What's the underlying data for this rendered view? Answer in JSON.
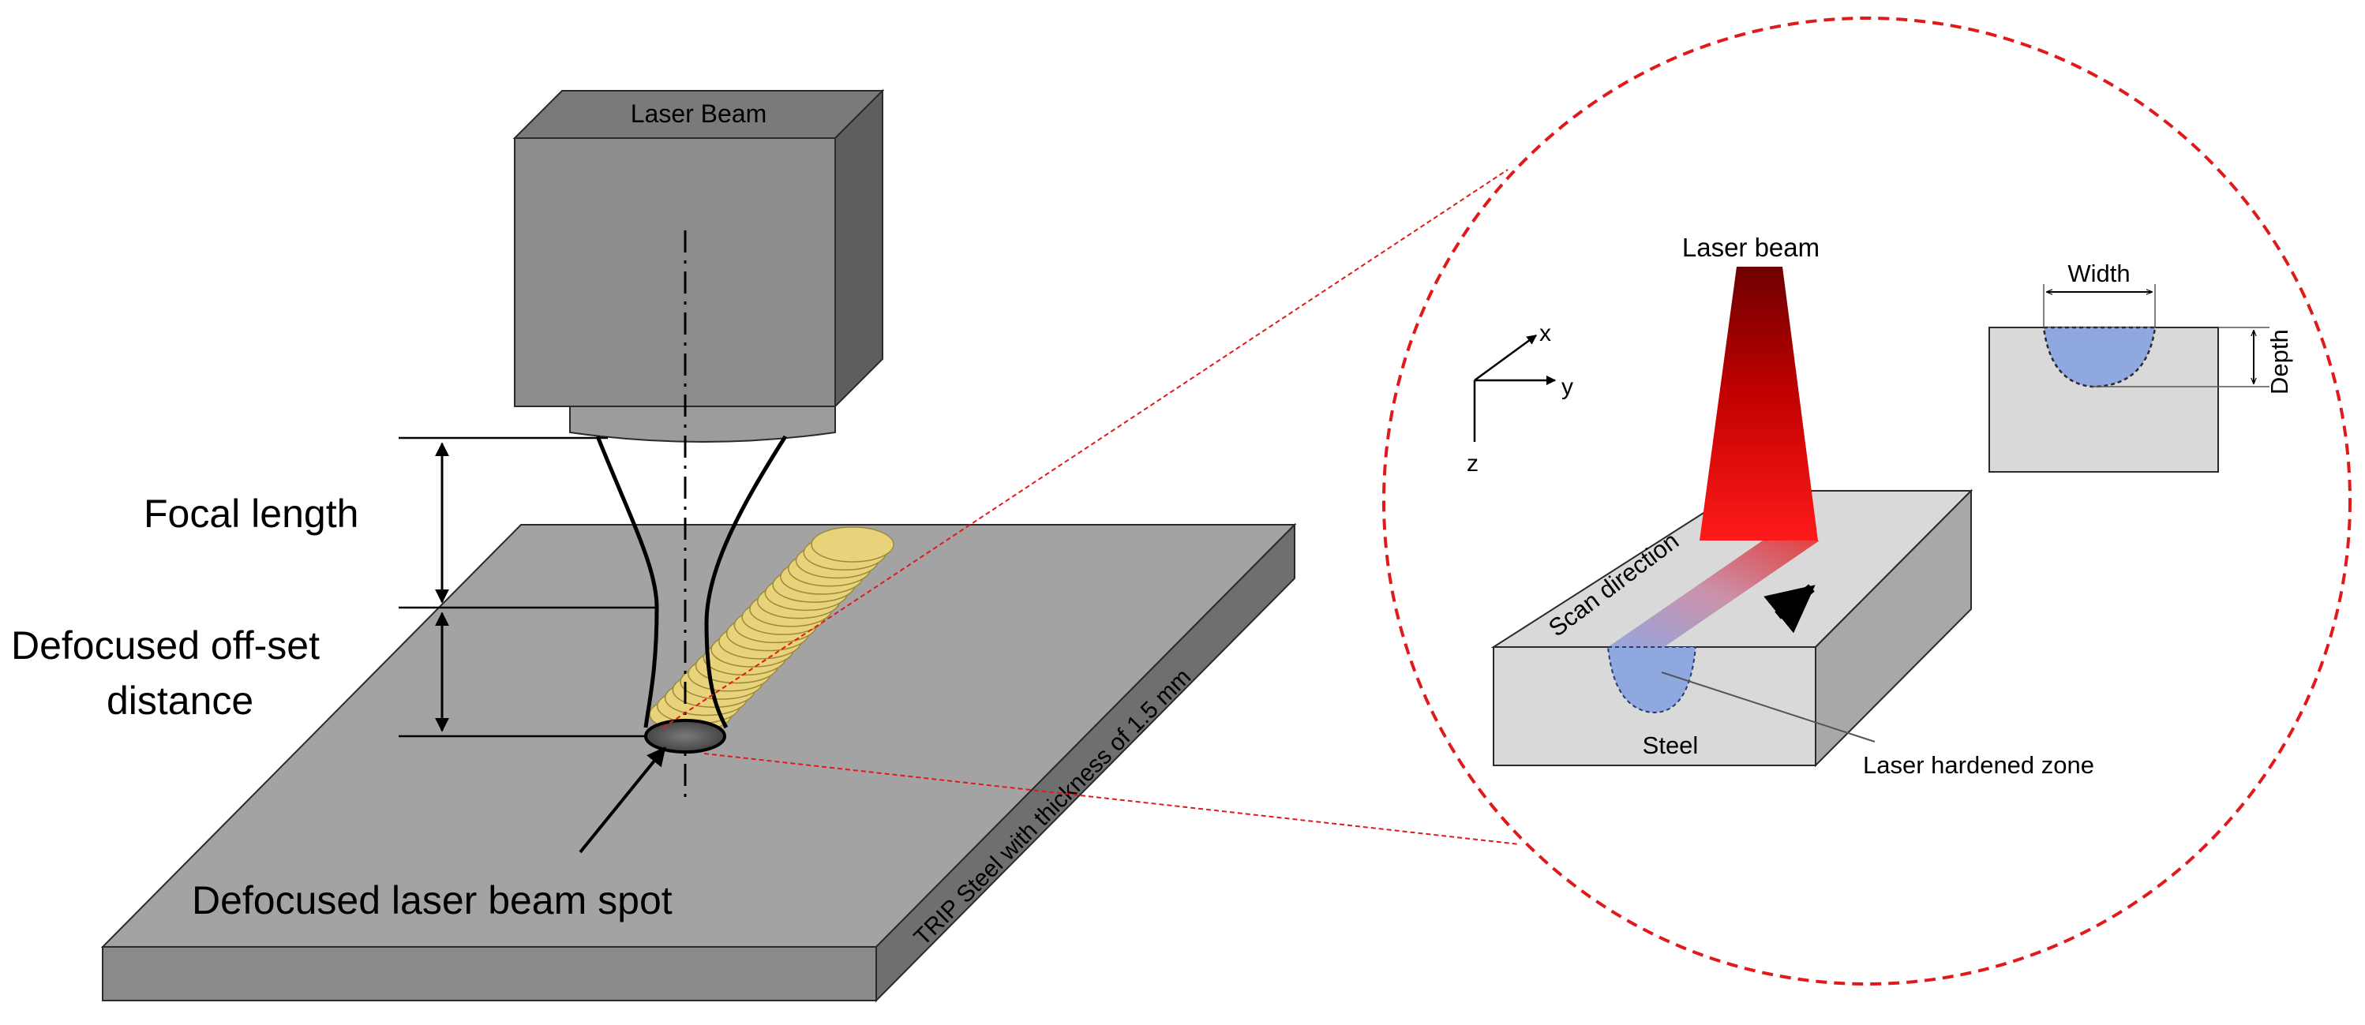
{
  "left_panel": {
    "laser_head_label": "Laser Beam",
    "focal_length_label": "Focal length",
    "defocused_offset_label_line1": "Defocused off-set",
    "defocused_offset_label_line2": "distance",
    "spot_label": "Defocused laser beam spot",
    "plate_label": "TRIP Steel with thickness of 1.5 mm"
  },
  "right_panel": {
    "laser_beam_label": "Laser beam",
    "axis_x": "x",
    "axis_y": "y",
    "axis_z": "z",
    "scan_direction_label": "Scan direction",
    "steel_label": "Steel",
    "hardened_zone_label": "Laser hardened zone",
    "width_label": "Width",
    "depth_label": "Depth"
  },
  "colors": {
    "head_dark": "#6b6b6b",
    "head_front": "#8f8f8f",
    "plate_top": "#a3a3a3",
    "track_yellow": "#e8d27a",
    "laser_red": "#d01010",
    "hardened_blue": "#8fa8df",
    "zoom_circle": "#e01a1a",
    "block_light": "#d9d9d9"
  }
}
